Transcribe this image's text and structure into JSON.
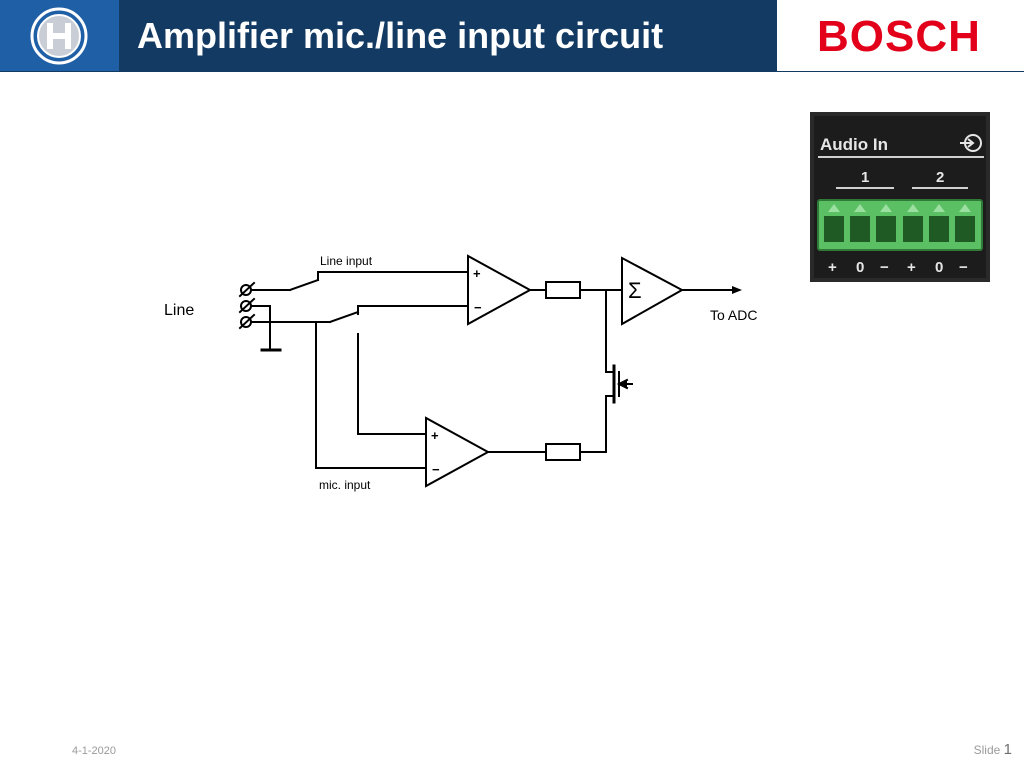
{
  "header": {
    "title": "Amplifier mic./line input circuit",
    "brand": "BOSCH",
    "colors": {
      "title_bar": "#123a63",
      "logo_box": "#1f5fa6",
      "brand": "#e2001a"
    }
  },
  "diagram": {
    "labels": {
      "line_input": "Line input",
      "line": "Line",
      "to_adc": "To ADC",
      "mic_input": "mic. input",
      "sum_symbol": "Σ",
      "plus": "+",
      "minus": "−"
    }
  },
  "panel_photo": {
    "title": "Audio In",
    "channel_1": "1",
    "channel_2": "2",
    "terminals": [
      "+",
      "0",
      "−",
      "+",
      "0",
      "−"
    ],
    "icon": "audio-input-icon"
  },
  "footer": {
    "date": "4-1-2020",
    "slide_label": "Slide",
    "slide_number": "1"
  }
}
